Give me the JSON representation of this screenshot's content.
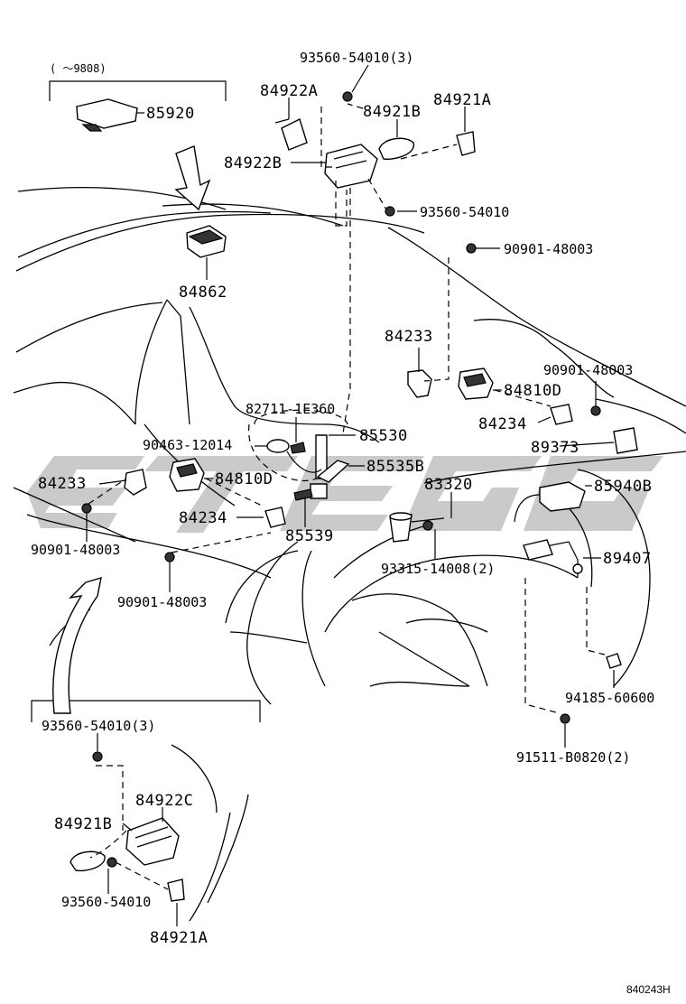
{
  "variant_note": "(      ～9808)",
  "figure_id": "840243H",
  "labels": {
    "p85920": "85920",
    "p84862": "84862",
    "p93560_54010_3_top": "93560-54010(3)",
    "p84922A": "84922A",
    "p84921B_top": "84921B",
    "p84921A_top": "84921A",
    "p84922B": "84922B",
    "p93560_54010_top": "93560-54010",
    "p90901_48003_a": "90901-48003",
    "p84233_right": "84233",
    "p90901_48003_b": "90901-48003",
    "p84810D_right": "84810D",
    "p84234_right": "84234",
    "p89373": "89373",
    "p82711_1E360": "82711-1E360",
    "p85530": "85530",
    "p90463_12014": "90463-12014",
    "p85535B": "85535B",
    "p84233_left": "84233",
    "p84810D_left": "84810D",
    "p83320": "83320",
    "p85940B": "85940B",
    "p84234_left": "84234",
    "p85539": "85539",
    "p90901_48003_c": "90901-48003",
    "p93315_14008_2": "93315-14008(2)",
    "p89407": "89407",
    "p90901_48003_d": "90901-48003",
    "p94185_60600": "94185-60600",
    "p91511_B0820_2": "91511-B0820(2)",
    "p93560_54010_3_bottom": "93560-54010(3)",
    "p84922C": "84922C",
    "p84921B_bottom": "84921B",
    "p93560_54010_bottom": "93560-54010",
    "p84921A_bottom": "84921A"
  }
}
